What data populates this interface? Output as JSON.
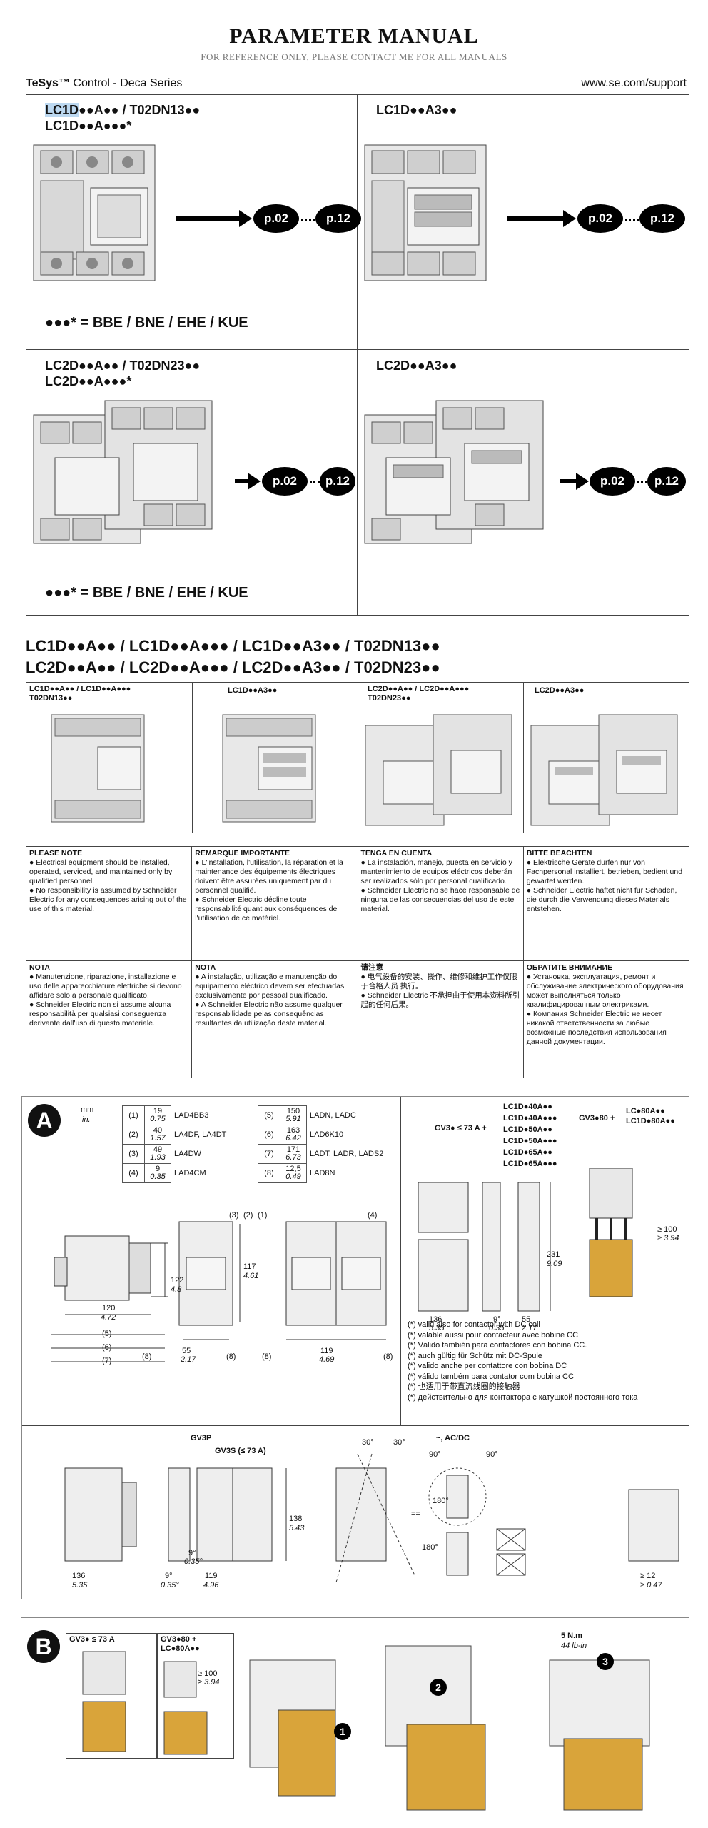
{
  "header": {
    "title": "PARAMETER MANUAL",
    "subtitle": "FOR REFERENCE ONLY, PLEASE CONTACT ME FOR ALL MANUALS",
    "series_brand": "TeSys™",
    "series_rest": "Control - Deca Series",
    "url": "www.se.com/support"
  },
  "panels": {
    "p1": {
      "line1_hl": "LC1D",
      "line1_rest": "●●A●● / T02DN13●●",
      "line2": "LC1D●●A●●●*",
      "footnote": "●●●* = BBE / BNE / EHE / KUE",
      "ref_a": "p.02",
      "ref_b": "p.12"
    },
    "p2": {
      "line1": "LC1D●●A3●●",
      "ref_a": "p.02",
      "ref_b": "p.12"
    },
    "p3": {
      "line1": "LC2D●●A●● / T02DN23●●",
      "line2": "LC2D●●A●●●*",
      "footnote": "●●●* = BBE / BNE / EHE / KUE",
      "ref_a": "p.02",
      "ref_b": "p.12"
    },
    "p4": {
      "line1": "LC2D●●A3●●",
      "ref_a": "p.02",
      "ref_b": "p.12"
    }
  },
  "refline": {
    "line1": "LC1D●●A●● / LC1D●●A●●● / LC1D●●A3●● / T02DN13●●",
    "line2": "LC2D●●A●● / LC2D●●A●●● / LC2D●●A3●● / T02DN23●●"
  },
  "imgrow": {
    "c1a": "LC1D●●A●● / LC1D●●A●●●",
    "c1b": "T02DN13●●",
    "c2": "LC1D●●A3●●",
    "c3a": "LC2D●●A●● / LC2D●●A●●●",
    "c3b": "T02DN23●●",
    "c4": "LC2D●●A3●●"
  },
  "notes": [
    {
      "head": "PLEASE NOTE",
      "body": "● Electrical equipment should be installed, operated, serviced, and maintained only by qualified personnel.\n● No responsibility is assumed by Schneider Electric for any consequences arising out of the use of this material."
    },
    {
      "head": "REMARQUE IMPORTANTE",
      "body": "● L'installation, l'utilisation, la réparation et la maintenance des équipements électriques doivent être assurées uniquement par du personnel qualifié.\n● Schneider Electric décline toute responsabilité quant aux conséquences de l'utilisation de ce matériel."
    },
    {
      "head": "TENGA EN CUENTA",
      "body": "● La instalación, manejo, puesta en servicio y mantenimiento de equipos eléctricos deberán ser realizados sólo por personal cualificado.\n● Schneider Electric no se hace responsable de ninguna de las consecuencias del uso de este material."
    },
    {
      "head": "BITTE BEACHTEN",
      "body": "● Elektrische Geräte dürfen nur von Fachpersonal installiert, betrieben, bedient und gewartet werden.\n● Schneider Electric haftet nicht für Schäden, die durch die Verwendung dieses Materials entstehen."
    },
    {
      "head": "NOTA",
      "body": "● Manutenzione, riparazione, installazione e uso delle apparecchiature elettriche si devono affidare solo a personale qualificato.\n● Schneider Electric non si assume alcuna responsabilità per qualsiasi conseguenza derivante dall'uso di questo materiale."
    },
    {
      "head": "NOTA",
      "body": "● A instalação, utilização e manutenção do equipamento eléctrico devem ser efectuadas exclusivamente por pessoal qualificado.\n● A Schneider Electric não assume qualquer responsabilidade pelas consequências resultantes da utilização deste material."
    },
    {
      "head": "请注意",
      "body": "● 电气设备的安装、操作、维修和维护工作仅限于合格人员 执行。\n● Schneider Electric 不承担由于使用本资料所引起的任何后果。"
    },
    {
      "head": "ОБРАТИТЕ ВНИМАНИЕ",
      "body": "● Установка, эксплуатация, ремонт и обслуживание электрического оборудования может выполняться только квалифицированным электриками.\n● Компания Schneider Electric не несет никакой ответственности за любые возможные последствия использования данной документации."
    }
  ],
  "sectionA": {
    "badge": "A",
    "unit_mm": "mm",
    "unit_in": "in.",
    "codes": [
      {
        "n": "(1)",
        "mm": "19",
        "in": "0.75",
        "ref": "LAD4BB3"
      },
      {
        "n": "(2)",
        "mm": "40",
        "in": "1.57",
        "ref": "LA4DF, LA4DT"
      },
      {
        "n": "(3)",
        "mm": "49",
        "in": "1.93",
        "ref": "LA4DW"
      },
      {
        "n": "(4)",
        "mm": "9",
        "in": "0.35",
        "ref": "LAD4CM"
      },
      {
        "n": "(5)",
        "mm": "150",
        "in": "5.91",
        "ref": "LADN, LADC"
      },
      {
        "n": "(6)",
        "mm": "163",
        "in": "6.42",
        "ref": "LAD6K10"
      },
      {
        "n": "(7)",
        "mm": "171",
        "in": "6.73",
        "ref": "LADT, LADR, LADS2"
      },
      {
        "n": "(8)",
        "mm": "12,5",
        "in": "0.49",
        "ref": "LAD8N"
      }
    ],
    "gv_label": "GV3● ≤ 73 A +",
    "gv_refs": [
      "LC1D●40A●●",
      "LC1D●40A●●●",
      "LC1D●50A●●",
      "LC1D●50A●●●",
      "LC1D●65A●●",
      "LC1D●65A●●●"
    ],
    "gv2_l1": "GV3●80 +",
    "gv2_r1": "LC●80A●●",
    "gv2_r2": "LC1D●80A●●",
    "d_122": "122",
    "d_122i": "4.8",
    "d_120": "120",
    "d_120i": "4.72",
    "d_117": "117",
    "d_117i": "4.61",
    "d_55": "55",
    "d_55i": "2.17",
    "d_119": "119",
    "d_119i": "4.69",
    "d_231": "231",
    "d_231i": "9.09",
    "d_136": "136",
    "d_136i": "5.35",
    "d_9": "9°",
    "d_9i": "0.35°",
    "d_55b": "55",
    "d_55bi": "2.17",
    "d_100": "≥ 100",
    "d_100i": "≥ 3.94",
    "lbl3": "(3)",
    "lbl2": "(2)",
    "lbl1": "(1)",
    "lbl4": "(4)",
    "lbl5": "(5)",
    "lbl6": "(6)",
    "lbl7": "(7)",
    "lbl8": "(8)",
    "dc_notes": [
      "(*) valid also for contactor with DC coil",
      "(*) valable aussi pour contacteur avec bobine CC",
      "(*) Válido también para contactores con bobina CC.",
      "(*) auch gültig für Schütz mit DC-Spule",
      "(*) valido anche per contattore con bobina DC",
      "(*) válido também para contator com bobina CC",
      "(*) 也适用于带直流线圈的接触器",
      "(*) действительно для контактора с катушкой постоянного тока"
    ],
    "gv3p": "GV3P",
    "gv3s": "GV3S (≤ 73 A)",
    "d_138": "138",
    "d_138i": "5.43",
    "d_136b": "136",
    "d_136bi": "5.35",
    "d_119b": "119",
    "d_119bi": "4.96",
    "d_9b": "9°",
    "d_9bi": "0.35°",
    "d_9c": "9°",
    "d_9ci": "0.35°",
    "ang30a": "30°",
    "ang30b": "30°",
    "acdc": "~, AC/DC",
    "ang90a": "90°",
    "ang90b": "90°",
    "ang180a": "180°",
    "ang180b": "180°",
    "dc_sym": "==",
    "d_12": "≥ 12",
    "d_12i": "≥ 0.47"
  },
  "sectionB": {
    "badge": "B",
    "box1": "GV3● ≤ 73 A",
    "box2a": "GV3●80 +",
    "box2b": "LC●80A●●",
    "d_100": "≥ 100",
    "d_100i": "≥ 3.94",
    "torque": "5 N.m",
    "torque_i": "44 lb-in",
    "steps": [
      "1",
      "2",
      "3"
    ]
  }
}
